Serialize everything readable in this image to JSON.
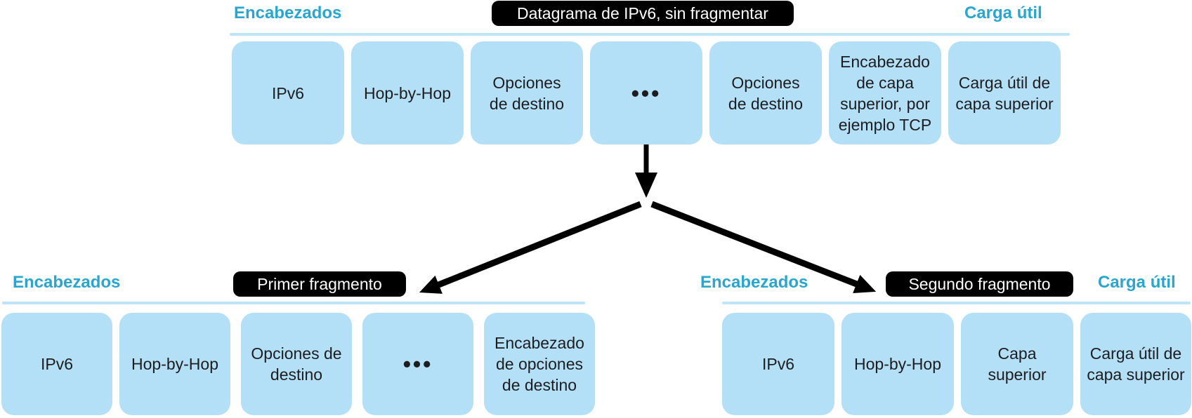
{
  "colors": {
    "accent": "#29A5D1",
    "box_blue": "#B4E0F7",
    "line_blue": "#BDE4F9",
    "badge_bg": "#000000",
    "badge_text": "#FFFFFF"
  },
  "top": {
    "headers_label": "Encabezados",
    "badge": "Datagrama de IPv6, sin fragmentar",
    "payload_label": "Carga útil",
    "boxes": [
      "IPv6",
      "Hop-by-Hop",
      "Opciones\nde destino",
      "•••",
      "Opciones\nde destino",
      "Encabezado\nde capa\nsuperior, por\nejemplo TCP",
      "Carga útil de\ncapa superior"
    ]
  },
  "fragment1": {
    "headers_label": "Encabezados",
    "badge": "Primer fragmento",
    "boxes": [
      "IPv6",
      "Hop-by-Hop",
      "Opciones de\ndestino",
      "•••",
      "Encabezado\nde opciones\nde destino"
    ]
  },
  "fragment2": {
    "headers_label": "Encabezados",
    "badge": "Segundo fragmento",
    "payload_label": "Carga útil",
    "boxes": [
      "IPv6",
      "Hop-by-Hop",
      "Capa\nsuperior",
      "Carga útil de\ncapa superior"
    ]
  }
}
